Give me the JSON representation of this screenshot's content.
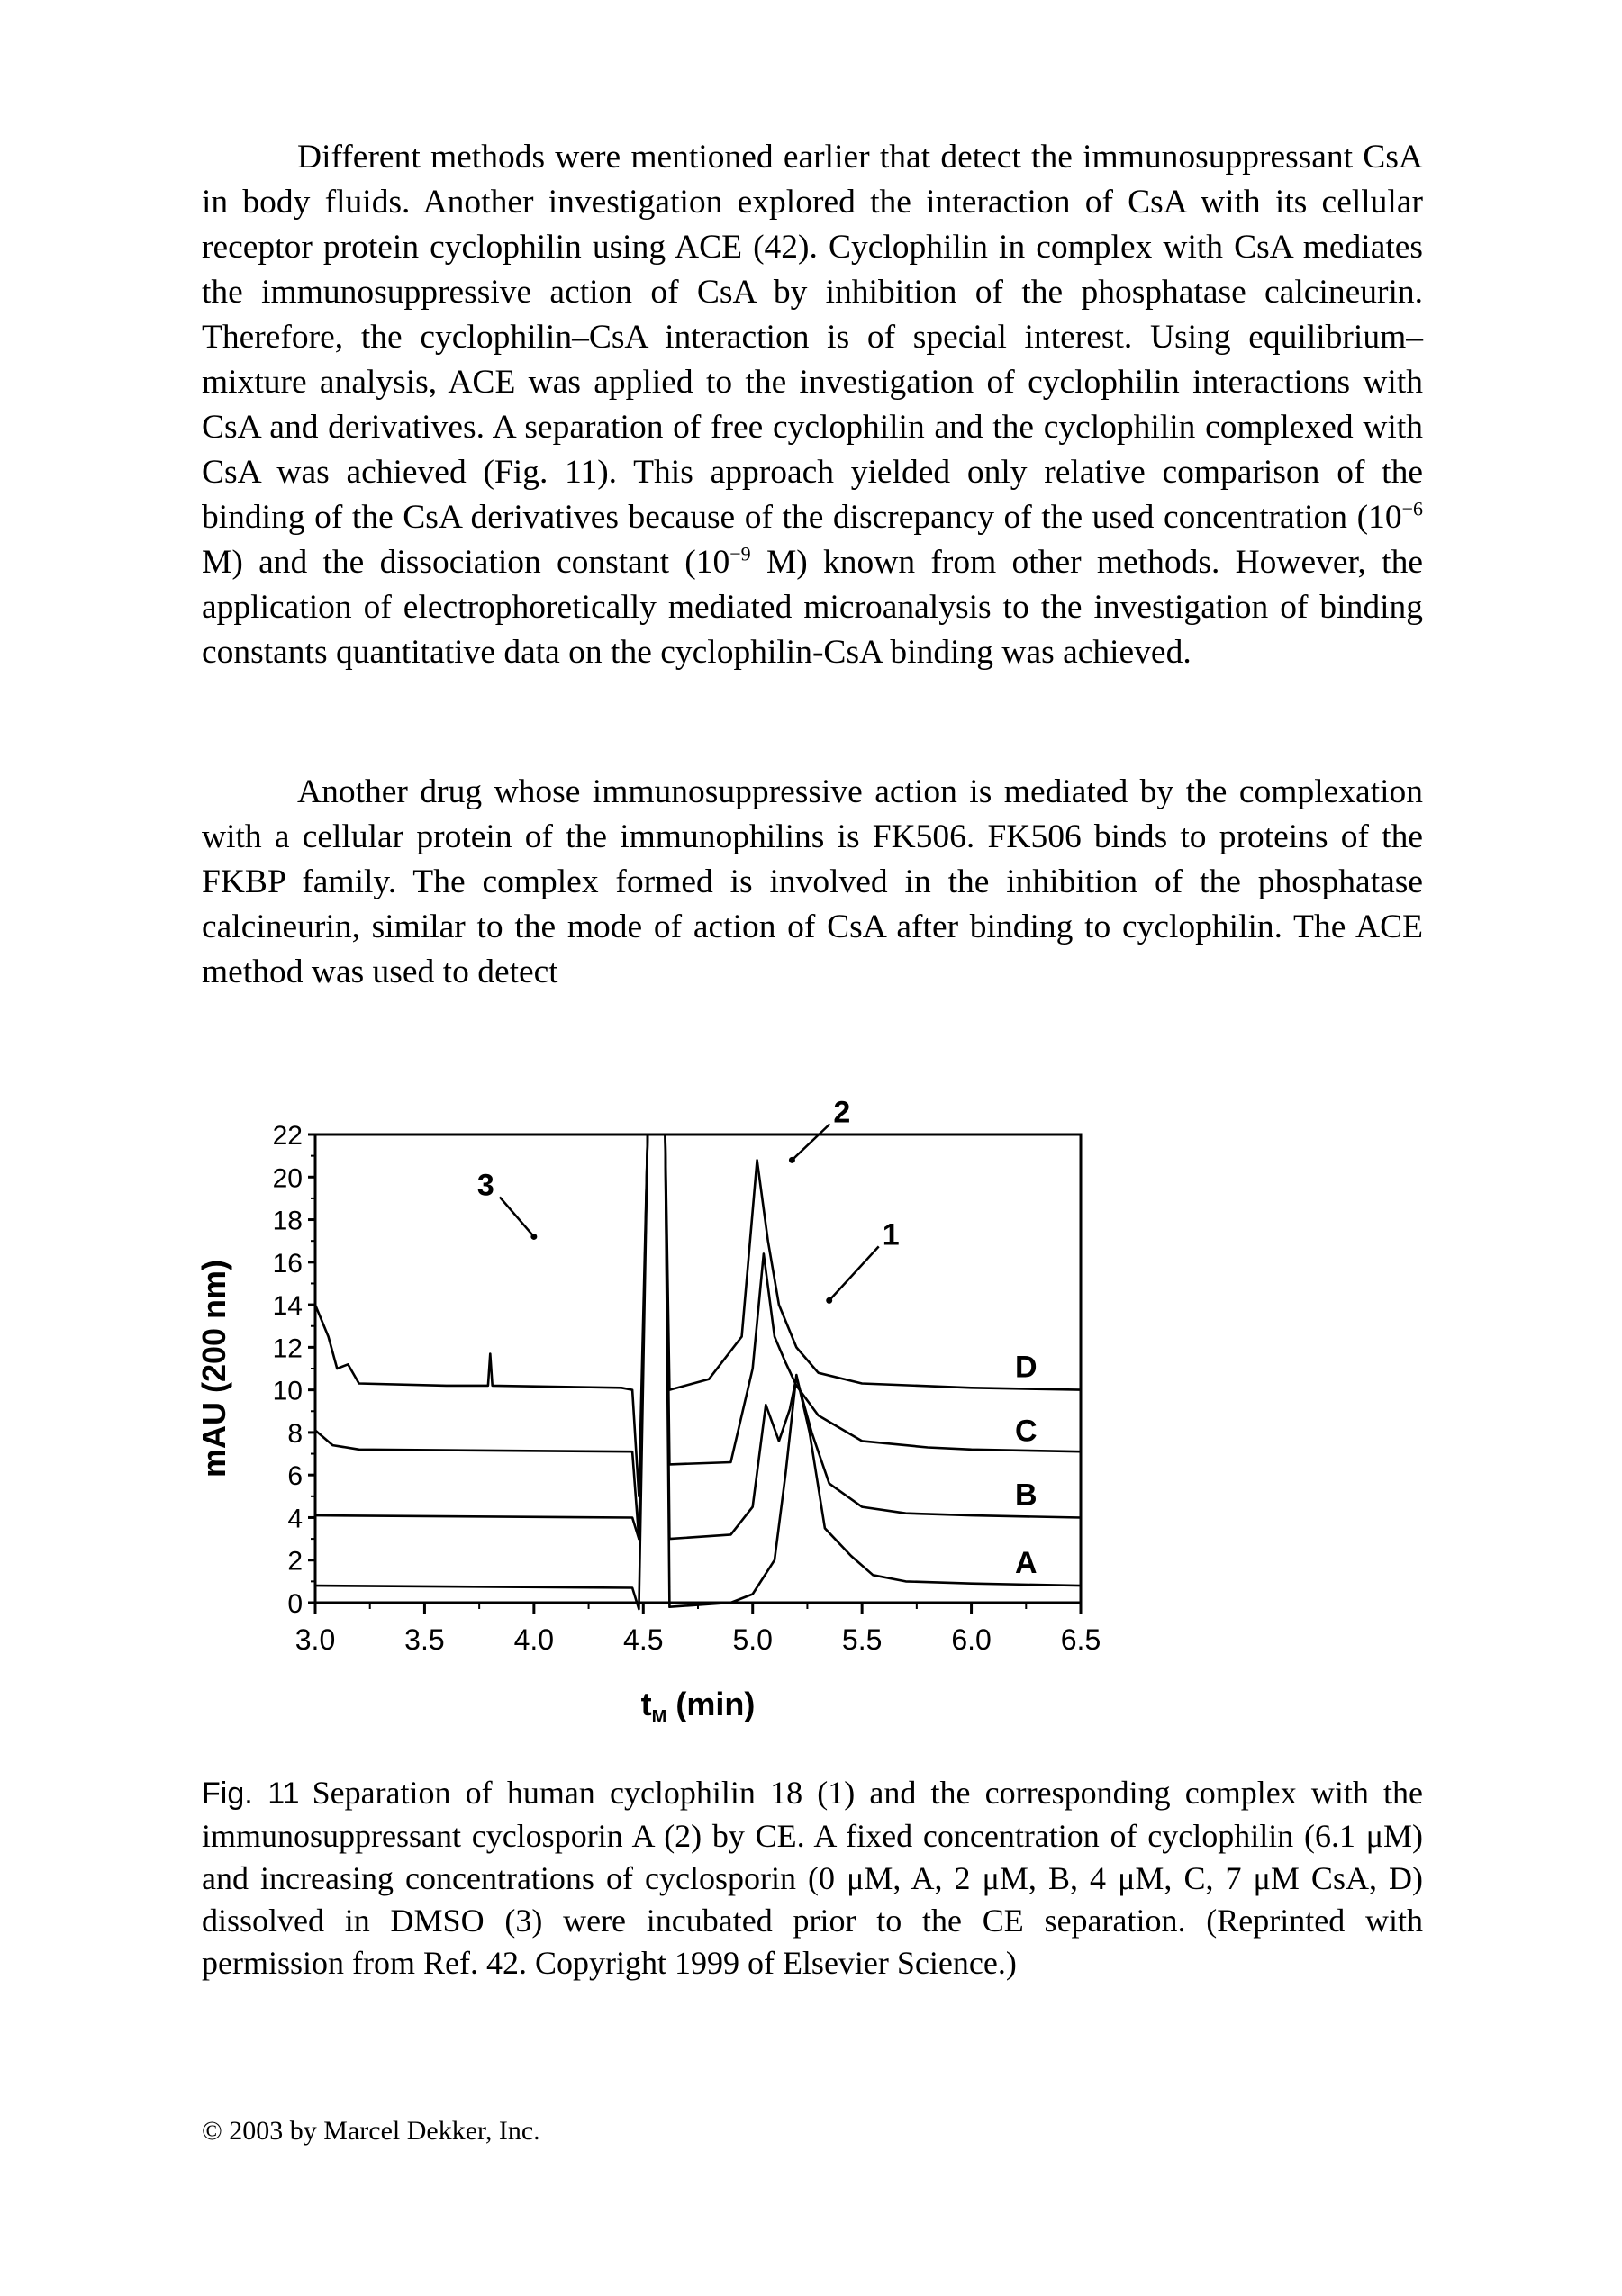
{
  "body": {
    "p1": {
      "before_sup1": "Different methods were mentioned earlier that detect the immunosup­pressant CsA in body fluids. Another investigation explored the interaction of CsA with its cellular receptor protein cyclophilin using ACE (42). Cy­clophilin in complex with CsA mediates the immunosuppressive action of CsA by inhibition of the phosphatase calcineurin. Therefore, the cyclo­philin–CsA interaction is of special interest. Using equilibrium–mixture analysis, ACE was applied to the investigation of cyclophilin interactions with CsA and derivatives. A separation of free cyclophilin and the cyclo­philin complexed with CsA was achieved (Fig. 11). This approach yielded only relative comparison of the binding of the CsA derivatives because of the discrepancy of the used concentration (10",
      "sup1": "−6",
      "between_sups": " M) and the dissociation constant (10",
      "sup2": "−9",
      "after_sup2": " M) known from other methods. However, the application of electrophoretically mediated microanalysis to the investigation of binding constants quantitative data on the cyclophilin-CsA binding was achieved."
    },
    "p2": "Another drug whose immunosuppressive action is mediated by the complexation with a cellular protein of the immunophilins is FK506. FK506 binds to proteins of the FKBP family. The complex formed is involved in the inhibition of the phosphatase calcineurin, similar to the mode of action of CsA after binding to cyclophilin. The ACE method was used to detect"
  },
  "figure": {
    "chart_data": {
      "type": "line",
      "xlabel_main": "t",
      "xlabel_sub": "M",
      "xlabel_unit": "(min)",
      "ylabel": "mAU (200 nm)",
      "xlim": [
        3.0,
        6.5
      ],
      "ylim": [
        0,
        22
      ],
      "xticks": [
        "3.0",
        "3.5",
        "4.0",
        "4.5",
        "5.0",
        "5.5",
        "6.0",
        "6.5"
      ],
      "yticks": [
        "0",
        "2",
        "4",
        "6",
        "8",
        "10",
        "12",
        "14",
        "16",
        "18",
        "20",
        "22"
      ],
      "series": [
        {
          "name": "A",
          "baseline": 0.8,
          "points": [
            [
              3.0,
              0.8
            ],
            [
              4.45,
              0.7
            ],
            [
              4.48,
              -0.3
            ],
            [
              4.52,
              22
            ],
            [
              4.6,
              22
            ],
            [
              4.62,
              -0.2
            ],
            [
              4.9,
              0.0
            ],
            [
              5.0,
              0.4
            ],
            [
              5.1,
              2.0
            ],
            [
              5.15,
              6.0
            ],
            [
              5.2,
              10.7
            ],
            [
              5.26,
              8.0
            ],
            [
              5.33,
              3.5
            ],
            [
              5.45,
              2.2
            ],
            [
              5.55,
              1.3
            ],
            [
              5.7,
              1.0
            ],
            [
              6.0,
              0.9
            ],
            [
              6.5,
              0.8
            ]
          ]
        },
        {
          "name": "B",
          "baseline": 4.0,
          "points": [
            [
              3.0,
              4.1
            ],
            [
              4.45,
              4.0
            ],
            [
              4.48,
              3.0
            ],
            [
              4.52,
              22
            ],
            [
              4.6,
              22
            ],
            [
              4.62,
              3.0
            ],
            [
              4.9,
              3.2
            ],
            [
              5.0,
              4.5
            ],
            [
              5.06,
              9.3
            ],
            [
              5.12,
              7.6
            ],
            [
              5.17,
              9.1
            ],
            [
              5.2,
              10.6
            ],
            [
              5.27,
              8.0
            ],
            [
              5.35,
              5.6
            ],
            [
              5.5,
              4.5
            ],
            [
              5.7,
              4.2
            ],
            [
              6.0,
              4.1
            ],
            [
              6.5,
              4.0
            ]
          ]
        },
        {
          "name": "C",
          "baseline": 7.0,
          "points": [
            [
              3.0,
              8.1
            ],
            [
              3.08,
              7.4
            ],
            [
              3.2,
              7.2
            ],
            [
              4.45,
              7.1
            ],
            [
              4.48,
              3.0
            ],
            [
              4.52,
              22
            ],
            [
              4.6,
              22
            ],
            [
              4.62,
              6.5
            ],
            [
              4.9,
              6.6
            ],
            [
              5.0,
              11.0
            ],
            [
              5.05,
              16.4
            ],
            [
              5.1,
              12.5
            ],
            [
              5.15,
              11.3
            ],
            [
              5.2,
              10.2
            ],
            [
              5.3,
              8.8
            ],
            [
              5.5,
              7.6
            ],
            [
              5.8,
              7.3
            ],
            [
              6.0,
              7.2
            ],
            [
              6.5,
              7.1
            ]
          ]
        },
        {
          "name": "D",
          "baseline": 10.0,
          "points": [
            [
              3.0,
              14.0
            ],
            [
              3.06,
              12.5
            ],
            [
              3.1,
              11.0
            ],
            [
              3.15,
              11.2
            ],
            [
              3.2,
              10.3
            ],
            [
              3.6,
              10.2
            ],
            [
              3.79,
              10.2
            ],
            [
              3.8,
              11.7
            ],
            [
              3.81,
              10.2
            ],
            [
              4.4,
              10.1
            ],
            [
              4.45,
              10.0
            ],
            [
              4.48,
              5.0
            ],
            [
              4.52,
              22
            ],
            [
              4.6,
              22
            ],
            [
              4.62,
              10.0
            ],
            [
              4.8,
              10.5
            ],
            [
              4.95,
              12.5
            ],
            [
              5.02,
              20.8
            ],
            [
              5.07,
              17.0
            ],
            [
              5.12,
              14.0
            ],
            [
              5.2,
              12.0
            ],
            [
              5.3,
              10.8
            ],
            [
              5.5,
              10.3
            ],
            [
              6.0,
              10.1
            ],
            [
              6.5,
              10.0
            ]
          ]
        }
      ],
      "annotations": [
        {
          "label": "1",
          "x": 5.35,
          "y": 14.2
        },
        {
          "label": "2",
          "x": 5.18,
          "y": 20.8
        },
        {
          "label": "3",
          "x": 4.0,
          "y": 17.2
        }
      ]
    }
  },
  "caption": {
    "label": "Fig. 11",
    "text": "Separation of human cyclophilin 18 (1) and the corresponding complex with the immunosuppressant cyclosporin A (2) by CE. A fixed concentration of cyclophilin (6.1 μM) and increasing concentrations of cyclosporin (0 μM, A, 2 μM, B, 4 μM, C, 7 μM CsA, D) dissolved in DMSO (3) were incubated prior to the CE separation. (Reprinted with permission from Ref. 42. Copyright 1999 of Elsevier Science.)"
  },
  "footer": "© 2003 by Marcel Dekker, Inc."
}
